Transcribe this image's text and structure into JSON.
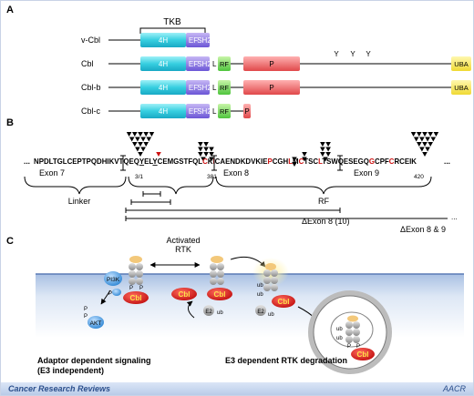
{
  "panels": {
    "a": "A",
    "b": "B",
    "c": "C"
  },
  "panel_a": {
    "tkb_label": "TKB",
    "domains": {
      "four_h": "4H",
      "ef": "EF",
      "sh2": "SH2",
      "l": "L",
      "rf": "RF",
      "p": "P",
      "uba": "UBA"
    },
    "proteins": [
      "v-Cbl",
      "Cbl",
      "Cbl-b",
      "Cbl-c"
    ],
    "y_label": "Y"
  },
  "panel_b": {
    "sequence": "NPDLTGLCEPTPQDHIKVTQEQYELYCEMGSTFQLCKICAENDKDVKIEPCGHLMCTSCLTSWQESEGQGCPFCRCEIK",
    "left_dots": "...",
    "right_dots": "...",
    "exon7": "Exon 7",
    "exon8": "Exon 8",
    "exon9": "Exon 9",
    "num_371": "3/1",
    "num_381": "381",
    "num_420": "420",
    "linker": "Linker",
    "rf": "RF",
    "delta_exon8": "ΔExon 8 (10)",
    "delta_exon89": "ΔExon 8 & 9",
    "colors": {
      "highlight": "#cc1111",
      "triangle": "#000000",
      "red_triangle": "#cc1111"
    }
  },
  "panel_c": {
    "activated": "Activated",
    "rtk": "RTK",
    "cbl": "Cbl",
    "p": "P",
    "p3k": "PI3K",
    "akt": "AKT",
    "e2": "E2",
    "ub": "ub",
    "left_caption_1": "Adaptor dependent signaling",
    "left_caption_2": "(E3 independent)",
    "right_caption": "E3 dependent RTK degradation"
  },
  "footer": {
    "journal": "Cancer Research Reviews",
    "logo": "AACR"
  }
}
